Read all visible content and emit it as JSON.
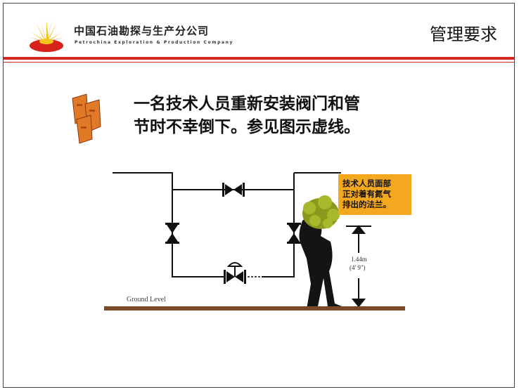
{
  "header": {
    "company_cn": "中国石油勘探与生产分公司",
    "company_en": "Petrochina Exploration & Production Company",
    "page_heading": "管理要求"
  },
  "main": {
    "statement_line1": "一名技术人员重新安装阀门和管",
    "statement_line2": "节时不幸倒下。参见图示虚线。"
  },
  "diagram": {
    "ground_label": "Ground Level",
    "height_metric": "1.44m",
    "height_imperial": "(4' 9\")",
    "callout_lines": [
      "技术人员面部",
      "正对着有氮气",
      "排出的法兰。"
    ]
  },
  "colors": {
    "accent_red": "#d12a1e",
    "callout_orange": "#f4a81f",
    "ground_brown": "#7a4a28",
    "bush_green": "#8a9a1c",
    "deco_orange": "#e07a26"
  },
  "icons": {
    "logo": "petrochina-logo-icon",
    "deco": "accident-stamp-icon",
    "valve": "gate-valve-icon",
    "person": "technician-silhouette-icon"
  }
}
